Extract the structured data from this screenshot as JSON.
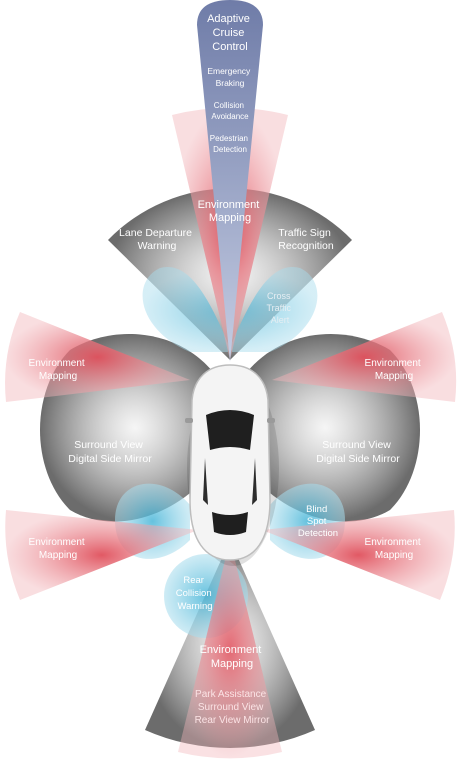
{
  "labels": {
    "adaptive_cruise": [
      "Adaptive",
      "Cruise",
      "Control"
    ],
    "emergency_braking": [
      "Emergency",
      "Braking"
    ],
    "collision_avoidance": [
      "Collision",
      "Avoidance"
    ],
    "pedestrian_detection": [
      "Pedestrian",
      "Detection"
    ],
    "env_mapping_front": [
      "Environment",
      "Mapping"
    ],
    "lane_departure": [
      "Lane Departure",
      "Warning"
    ],
    "traffic_sign": [
      "Traffic Sign",
      "Recognition"
    ],
    "cross_traffic": [
      "Cross",
      "Traffic",
      "Alert"
    ],
    "env_mapping_front_left": [
      "Environment",
      "Mapping"
    ],
    "env_mapping_front_right": [
      "Environment",
      "Mapping"
    ],
    "surround_left": [
      "Surround View",
      "Digital Side Mirror"
    ],
    "surround_right": [
      "Surround View",
      "Digital Side Mirror"
    ],
    "blind_spot": [
      "Blind",
      "Spot",
      "Detection"
    ],
    "env_mapping_rear_left": [
      "Environment",
      "Mapping"
    ],
    "env_mapping_rear_right": [
      "Environment",
      "Mapping"
    ],
    "rear_collision": [
      "Rear",
      "Collision",
      "Warning"
    ],
    "env_mapping_rear": [
      "Environment",
      "Mapping"
    ],
    "park_assist": [
      "Park Assistance",
      "Surround View",
      "Rear View Mirror"
    ]
  },
  "colors": {
    "long_range": "#6e7aa6",
    "radar": "#e0606b",
    "camera": "#6e6e6e",
    "ultrasonic": "#3fb2d6"
  }
}
